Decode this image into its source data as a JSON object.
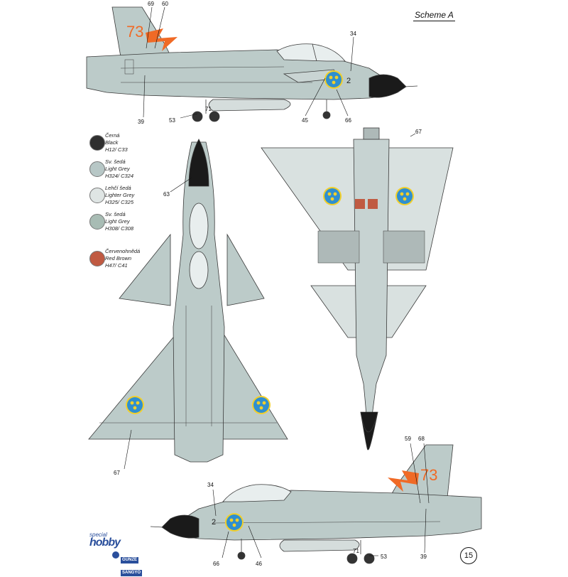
{
  "header": {
    "scheme_title": "Scheme A"
  },
  "legend": [
    {
      "cz": "Černá",
      "en": "Black",
      "code": "H12/ C33",
      "color": "#2f2f2f"
    },
    {
      "cz": "Sv. šedá",
      "en": "Light Grey",
      "code": "H324/ C324",
      "color": "#b7c7c6"
    },
    {
      "cz": "Lehčí šedá",
      "en": "Lighter Grey",
      "code": "H325/ C325",
      "color": "#dfe5e4"
    },
    {
      "cz": "Sv. šedá",
      "en": "Light Grey",
      "code": "H308/ C308",
      "color": "#a8bcb4"
    },
    {
      "cz": "Červenohnědá",
      "en": "Red Brown",
      "code": "H47/ C41",
      "color": "#c05a42"
    }
  ],
  "colors": {
    "fuselage": "#bccbc9",
    "wing_light": "#d9e1e0",
    "outline": "#3a3a3a",
    "nose": "#1a1a1a",
    "roundel_blue": "#2f8fcf",
    "roundel_yellow": "#f2cf2a",
    "code_orange": "#f06a26"
  },
  "markings": {
    "unit_code": "73",
    "aircraft_number": "2"
  },
  "callouts": {
    "top_side": {
      "c69": "69",
      "c60": "60",
      "c34": "34",
      "c39": "39",
      "c53": "53",
      "c71": "71",
      "c45": "45",
      "c66": "66"
    },
    "top_view": {
      "c63": "63",
      "c67": "67"
    },
    "bottom_view": {
      "c67": "67"
    },
    "bottom_side": {
      "c59": "59",
      "c68": "68",
      "c34": "34",
      "c66": "66",
      "c46": "46",
      "c71": "71",
      "c53": "53",
      "c39": "39"
    }
  },
  "footer": {
    "page_number": "15",
    "logo_special": "special",
    "logo_hobby": "hobby",
    "logo_gunze": "GUNZE",
    "logo_sangyo": "SANGYO"
  }
}
